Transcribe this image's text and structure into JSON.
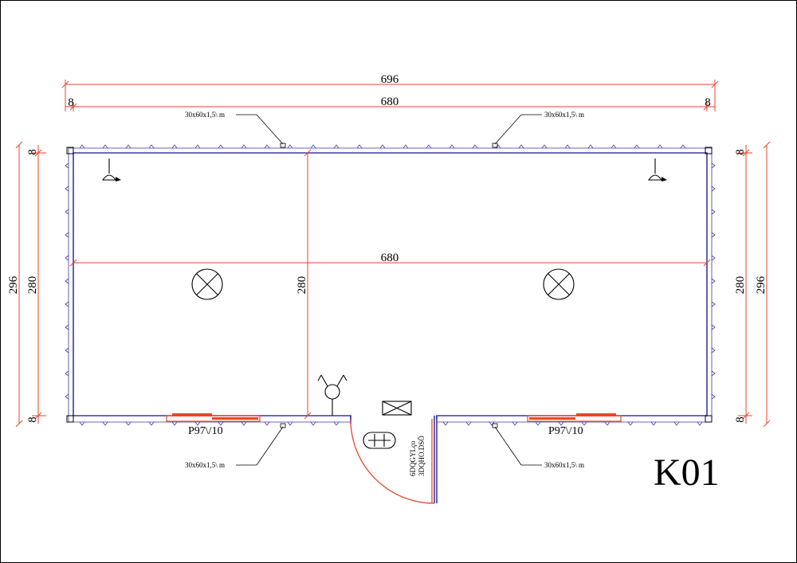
{
  "drawing_id": "K01",
  "dimensions": {
    "overall_width": "696",
    "inner_width": "680",
    "end_offset_left": "8",
    "end_offset_right": "8",
    "center_width": "680",
    "center_height": "280",
    "left_overall_height": "296",
    "left_inner_height": "280",
    "left_top_offset": "8",
    "left_bottom_offset": "8",
    "right_overall_height": "296",
    "right_inner_height": "280",
    "right_top_offset": "8",
    "right_bottom_offset": "8"
  },
  "profile_labels": {
    "top_left": "30x60x1,5\\ m",
    "top_right": "30x60x1,5\\ m",
    "bottom_left": "30x60x1,5\\ m",
    "bottom_right": "30x60x1,5\\ m"
  },
  "windows": {
    "left_label": "P97\\/10",
    "right_label": "P97\\/10"
  },
  "door_text": {
    "line1": "6DQGYLço",
    "line2": "3DQHO.DSÕ"
  },
  "colors": {
    "dimension_line": "#e8462a",
    "wall": "#3d3aa0",
    "text": "#000000"
  }
}
